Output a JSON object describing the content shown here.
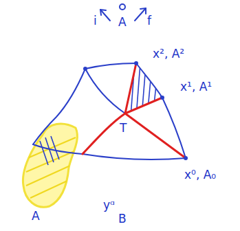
{
  "diagram": {
    "labels": [
      "i",
      "A",
      "f",
      "x², A²",
      "x¹, A¹",
      "T",
      "x⁰, A₀",
      "A",
      "yᵅ",
      "B"
    ]
  }
}
